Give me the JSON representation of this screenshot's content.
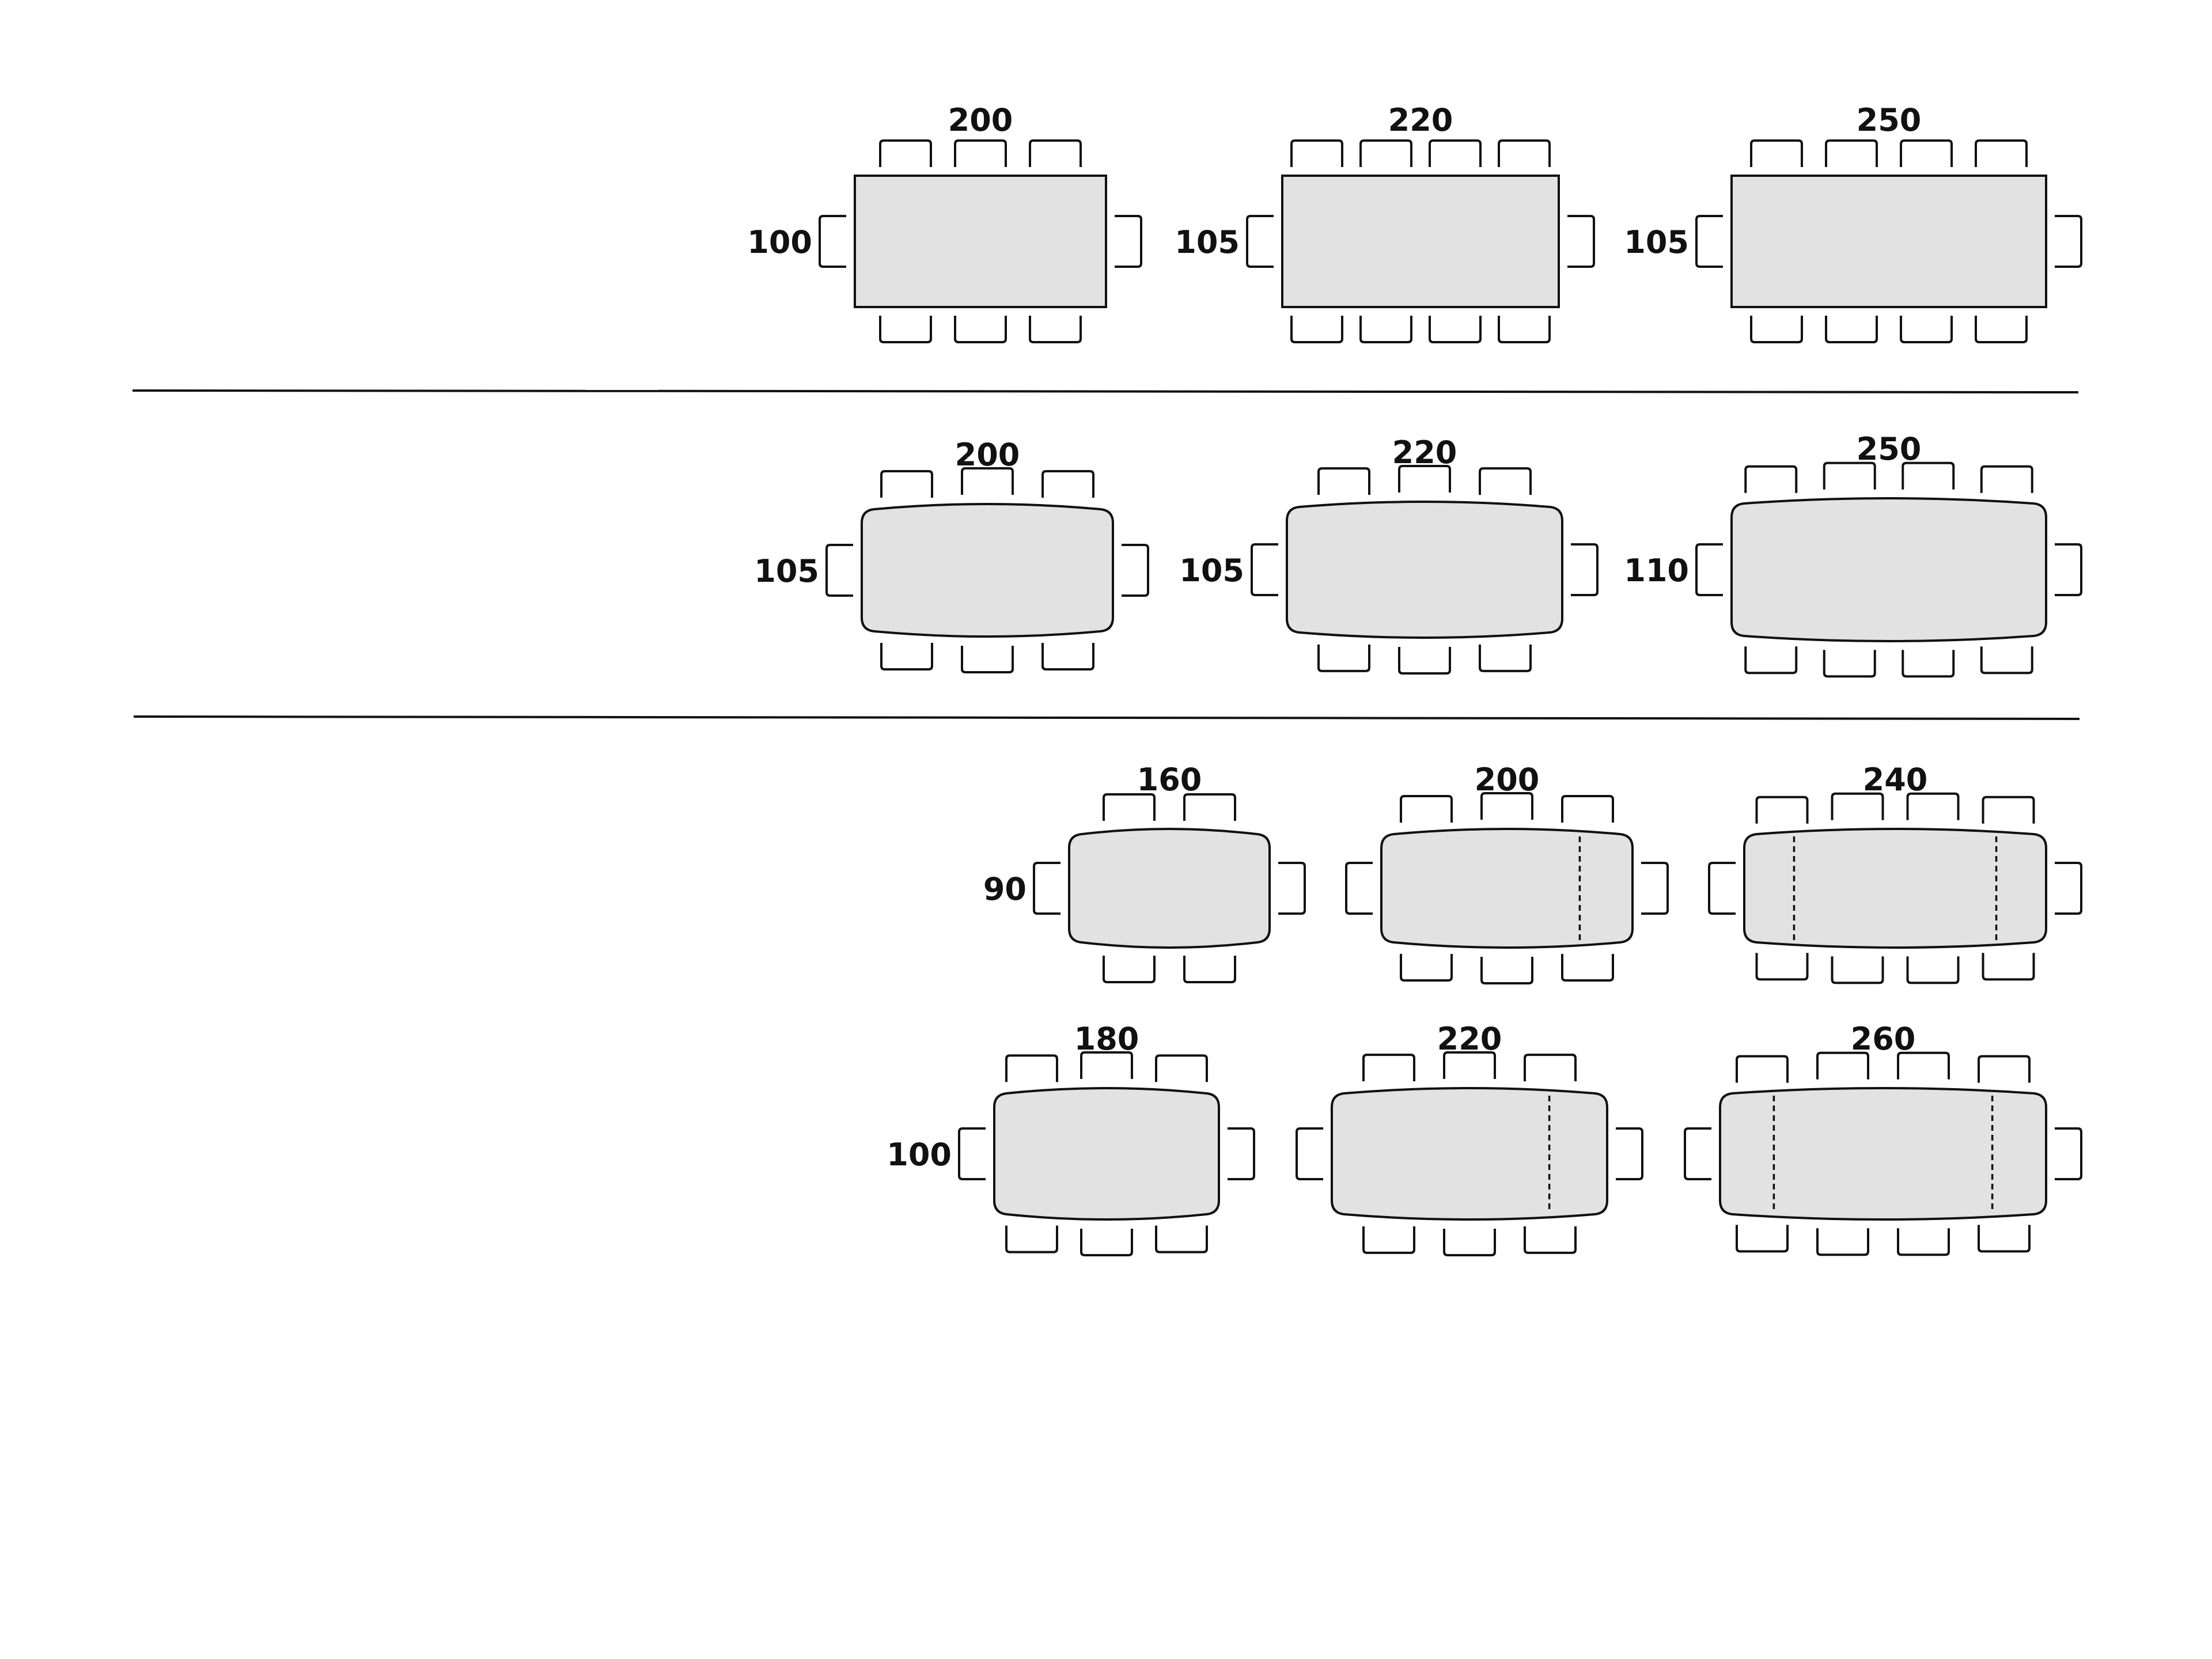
{
  "colors": {
    "table_fill": "#e2e2e2",
    "stroke": "#111111",
    "background": "#ffffff"
  },
  "sections": [
    {
      "shape": "rectangular",
      "tables": [
        {
          "length_label": "200",
          "width_label": "100",
          "chairs_per_long_side": 3,
          "chairs_per_short_side": 1
        },
        {
          "length_label": "220",
          "width_label": "105",
          "chairs_per_long_side": 4,
          "chairs_per_short_side": 1
        },
        {
          "length_label": "250",
          "width_label": "105",
          "chairs_per_long_side": 4,
          "chairs_per_short_side": 1
        }
      ]
    },
    {
      "shape": "barrel",
      "tables": [
        {
          "length_label": "200",
          "width_label": "105",
          "chairs_per_long_side": 3,
          "chairs_per_short_side": 1
        },
        {
          "length_label": "220",
          "width_label": "105",
          "chairs_per_long_side": 3,
          "chairs_per_short_side": 1
        },
        {
          "length_label": "250",
          "width_label": "110",
          "chairs_per_long_side": 4,
          "chairs_per_short_side": 1
        }
      ]
    },
    {
      "shape": "barrel-extendable",
      "rows": [
        {
          "width_label": "90",
          "tables": [
            {
              "length_label": "160",
              "chairs_per_long_side": 2,
              "chairs_per_short_side": 1,
              "extension_leaves": 0
            },
            {
              "length_label": "200",
              "chairs_per_long_side": 3,
              "chairs_per_short_side": 1,
              "extension_leaves": 1
            },
            {
              "length_label": "240",
              "chairs_per_long_side": 4,
              "chairs_per_short_side": 1,
              "extension_leaves": 2
            }
          ]
        },
        {
          "width_label": "100",
          "tables": [
            {
              "length_label": "180",
              "chairs_per_long_side": 3,
              "chairs_per_short_side": 1,
              "extension_leaves": 0
            },
            {
              "length_label": "220",
              "chairs_per_long_side": 3,
              "chairs_per_short_side": 1,
              "extension_leaves": 1
            },
            {
              "length_label": "260",
              "chairs_per_long_side": 4,
              "chairs_per_short_side": 1,
              "extension_leaves": 2
            }
          ]
        }
      ]
    }
  ]
}
